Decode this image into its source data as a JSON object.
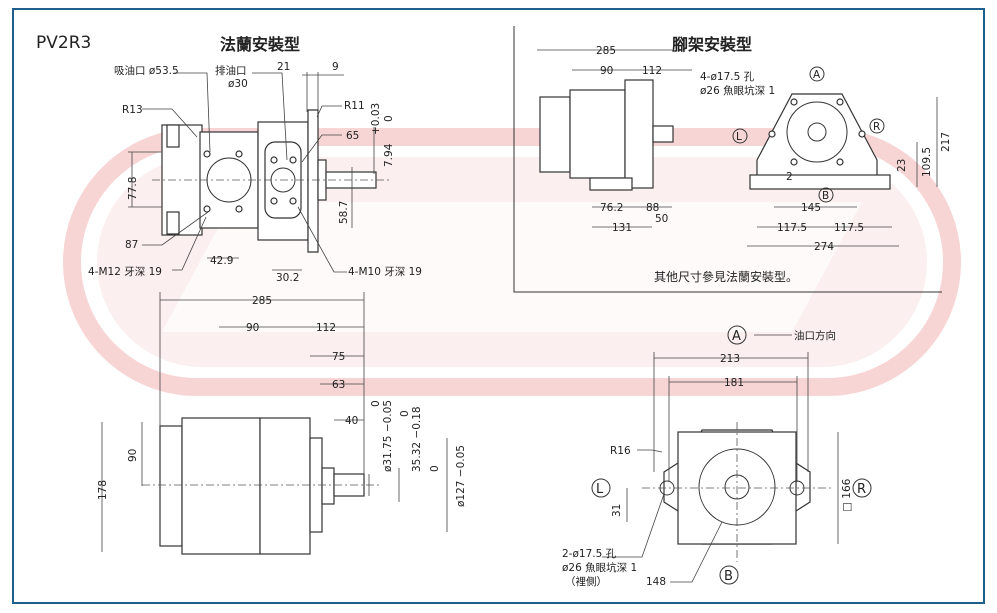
{
  "model": "PV2R3",
  "flange_view": {
    "title": "法蘭安裝型",
    "suction_port": "吸油口 ø53.5",
    "discharge_port_line1": "排油口",
    "discharge_port_line2": "ø30",
    "d21": "21",
    "d9": "9",
    "r13": "R13",
    "r11": "R11",
    "d65": "65",
    "tol_plus": "+0.03",
    "tol_zero": "0",
    "d7_94": "7.94",
    "d77_8": "77.8",
    "d58_7": "58.7",
    "d87": "87",
    "d42_9": "42.9",
    "d30_2": "30.2",
    "m12": "4-M12 牙深 19",
    "m10": "4-M10 牙深 19"
  },
  "foot_view": {
    "title": "腳架安裝型",
    "d285": "285",
    "d90": "90",
    "d112": "112",
    "hole1": "4-ø17.5 孔",
    "hole2": "ø26 魚眼坑深 1",
    "d217": "217",
    "d109_5": "109.5",
    "d23": "23",
    "d2": "2",
    "d145": "145",
    "d76_2": "76.2",
    "d88": "88",
    "d50": "50",
    "d131": "131",
    "d117_5a": "117.5",
    "d117_5b": "117.5",
    "d274": "274",
    "note": "其他尺寸參見法蘭安裝型。"
  },
  "side_view": {
    "d285": "285",
    "d90": "90",
    "d112": "112",
    "d75": "75",
    "d63": "63",
    "d40": "40",
    "s1_top": "0",
    "s1_val": "ø31.75 −0.05",
    "s2_top": "0",
    "s2_val": "35.32 −0.18",
    "s3_top": "0",
    "s3_val": "ø127 −0.05",
    "d178": "178",
    "d90v": "90"
  },
  "end_view": {
    "label_a": "A",
    "label_b": "B",
    "label_l": "L",
    "label_r": "R",
    "oil_dir": "油口方向",
    "d213": "213",
    "d181": "181",
    "r16": "R16",
    "d166": "□ 166",
    "d31": "31",
    "hole1": "2-ø17.5 孔",
    "hole2": "ø26 魚眼坑深 1",
    "hole3": "（裡側）",
    "d148": "148"
  },
  "colors": {
    "border": "#1f5f8b",
    "watermark": "#f7c9c9",
    "ink": "#222222"
  }
}
